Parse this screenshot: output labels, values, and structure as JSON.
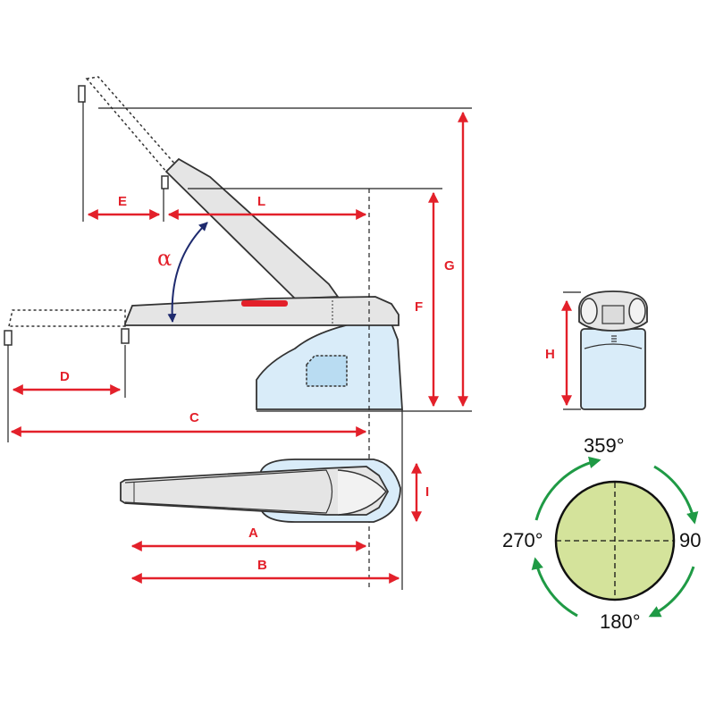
{
  "dimensions": {
    "A": "A",
    "B": "B",
    "C": "C",
    "D": "D",
    "E": "E",
    "F": "F",
    "G": "G",
    "H": "H",
    "I": "I",
    "L": "L"
  },
  "angle_symbol": "α",
  "rotation": {
    "top": "359°",
    "right": "90",
    "bottom": "180°",
    "left": "270°"
  },
  "colors": {
    "dimension": "#e3202a",
    "angle_arrow": "#1e2a6e",
    "rotation_arrow": "#1f9a45",
    "body_fill": "#d9ecf9",
    "arm_fill": "#e5e5e5",
    "dial_fill": "#d4e39b"
  }
}
